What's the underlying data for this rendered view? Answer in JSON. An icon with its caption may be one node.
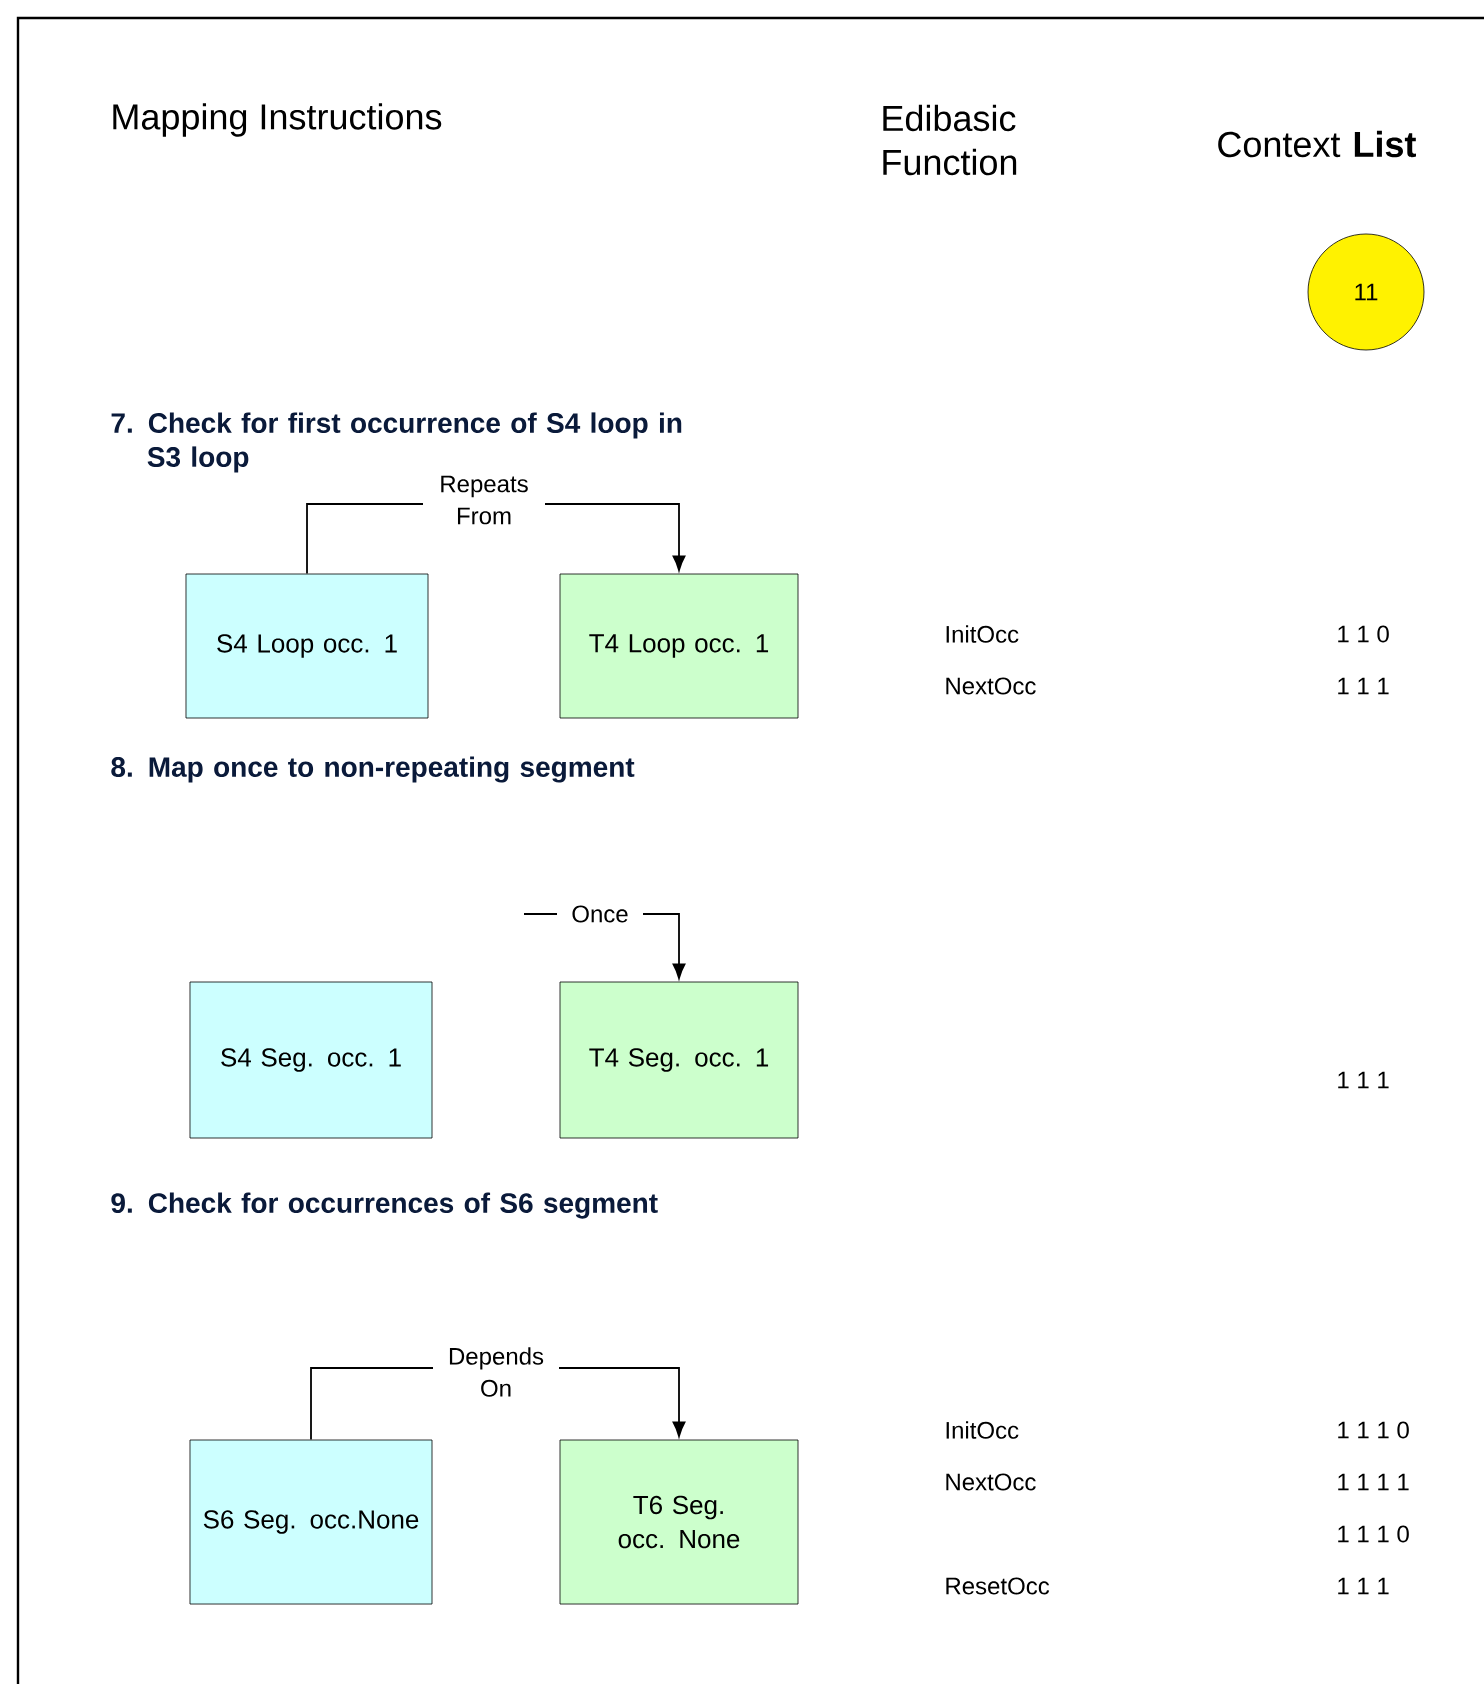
{
  "diagram": {
    "nodes": [
      {
        "text": [
          "11"
        ]
      },
      {
        "text": [
          "S4 Loop occ. 1"
        ]
      },
      {
        "text": [
          "T4 Loop occ. 1"
        ]
      },
      {
        "text": [
          "S4 Seg. occ. 1"
        ]
      },
      {
        "text": [
          "T4 Seg. occ. 1"
        ]
      },
      {
        "text": [
          "S6 Seg. occ.None"
        ]
      },
      {
        "text": [
          "T6 Seg. occ. None"
        ]
      }
    ],
    "edges": [
      {
        "from": 1,
        "to": 2,
        "arrow": "to",
        "label": "Repeats From"
      },
      {
        "from": null,
        "to": 4,
        "arrow": "to",
        "label": "Once"
      },
      {
        "from": 5,
        "to": 6,
        "arrow": "to",
        "label": "Depends On"
      }
    ],
    "labels": [
      "Mapping Instructions",
      "Edibasic Function",
      "Context **List**",
      "7. Check for first occurrence of S4 loop in S3 loop",
      "InitOcc",
      "1 1 0",
      "NextOcc",
      "1 1 1",
      "8. Map once to non-repeating segment",
      "1 1 1",
      "9. Check for occurrences of S6 segment",
      "InitOcc",
      "1 1 1 0",
      "NextOcc",
      "1 1 1 1",
      "1 1 1 0",
      "ResetOcc",
      "1 1 1"
    ]
  }
}
